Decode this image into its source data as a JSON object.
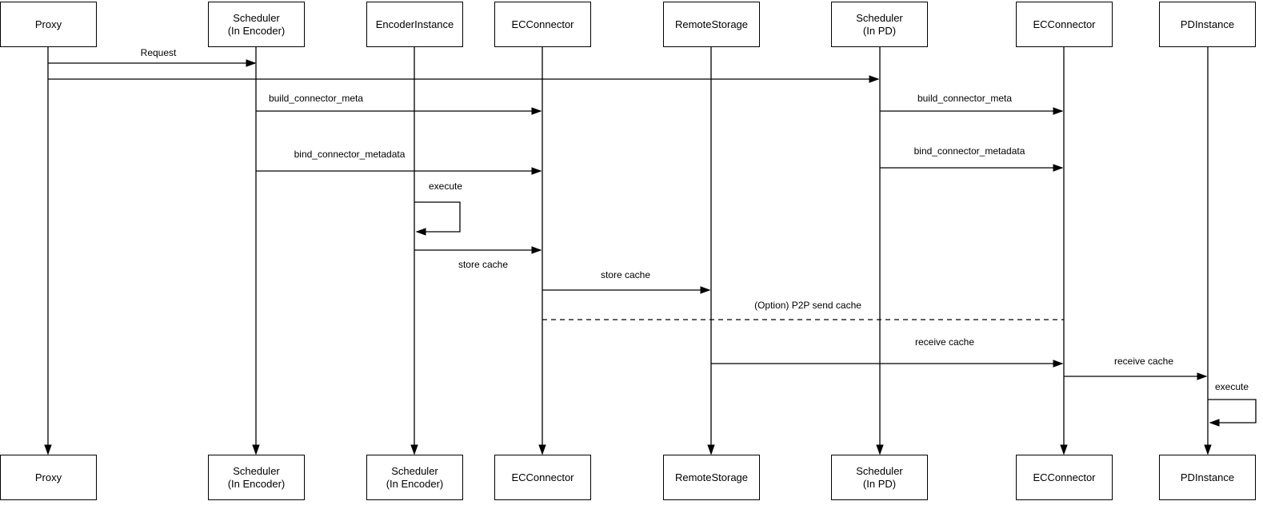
{
  "diagram": {
    "kind": "uml-sequence-diagram",
    "colors": {
      "line": "#000000",
      "box_fill": "#ffffff",
      "background": "#ffffff",
      "text": "#000000"
    }
  },
  "actors": [
    {
      "id": "proxy",
      "top_label": "Proxy",
      "bottom_label": "Proxy"
    },
    {
      "id": "scheduler-in-encoder",
      "top_label": "Scheduler\n(In Encoder)",
      "bottom_label": "Scheduler\n(In Encoder)"
    },
    {
      "id": "encoder-instance",
      "top_label": "EncoderInstance",
      "bottom_label": "Scheduler\n(In Encoder)"
    },
    {
      "id": "ec-connector-encoder",
      "top_label": "ECConnector",
      "bottom_label": "ECConnector"
    },
    {
      "id": "remote-storage",
      "top_label": "RemoteStorage",
      "bottom_label": "RemoteStorage"
    },
    {
      "id": "scheduler-in-pd",
      "top_label": "Scheduler\n(In PD)",
      "bottom_label": "Scheduler\n(In PD)"
    },
    {
      "id": "ec-connector-pd",
      "top_label": "ECConnector",
      "bottom_label": "ECConnector"
    },
    {
      "id": "pd-instance",
      "top_label": "PDInstance",
      "bottom_label": "PDInstance"
    }
  ],
  "messages": [
    {
      "label": "Request",
      "from": "Proxy",
      "to": "Scheduler (In Encoder)",
      "style": "solid-arrow"
    },
    {
      "label": "",
      "from": "Proxy",
      "to": "Scheduler (In PD)",
      "style": "solid-arrow"
    },
    {
      "label": "build_connector_meta",
      "from": "Scheduler (In Encoder)",
      "to": "ECConnector",
      "style": "solid-arrow"
    },
    {
      "label": "build_connector_meta",
      "from": "Scheduler (In PD)",
      "to": "ECConnector",
      "style": "solid-arrow"
    },
    {
      "label": "bind_connector_metadata",
      "from": "Scheduler (In Encoder)",
      "to": "ECConnector",
      "style": "solid-arrow"
    },
    {
      "label": "bind_connector_metadata",
      "from": "Scheduler (In PD)",
      "to": "ECConnector",
      "style": "solid-arrow"
    },
    {
      "label": "execute",
      "from": "EncoderInstance",
      "to": "EncoderInstance",
      "style": "self-loop"
    },
    {
      "label": "store cache",
      "from": "EncoderInstance",
      "to": "ECConnector",
      "style": "solid-arrow",
      "label_position": "below"
    },
    {
      "label": "store cache",
      "from": "ECConnector",
      "to": "RemoteStorage",
      "style": "solid-arrow"
    },
    {
      "label": "(Option) P2P send cache",
      "from": "ECConnector",
      "to": "ECConnector (In PD)",
      "style": "dashed-no-arrow"
    },
    {
      "label": "receive cache",
      "from": "RemoteStorage",
      "to": "ECConnector (In PD)",
      "style": "solid-arrow"
    },
    {
      "label": "receive cache",
      "from": "ECConnector (In PD)",
      "to": "PDInstance",
      "style": "solid-arrow"
    },
    {
      "label": "execute",
      "from": "PDInstance",
      "to": "PDInstance",
      "style": "self-loop"
    }
  ]
}
